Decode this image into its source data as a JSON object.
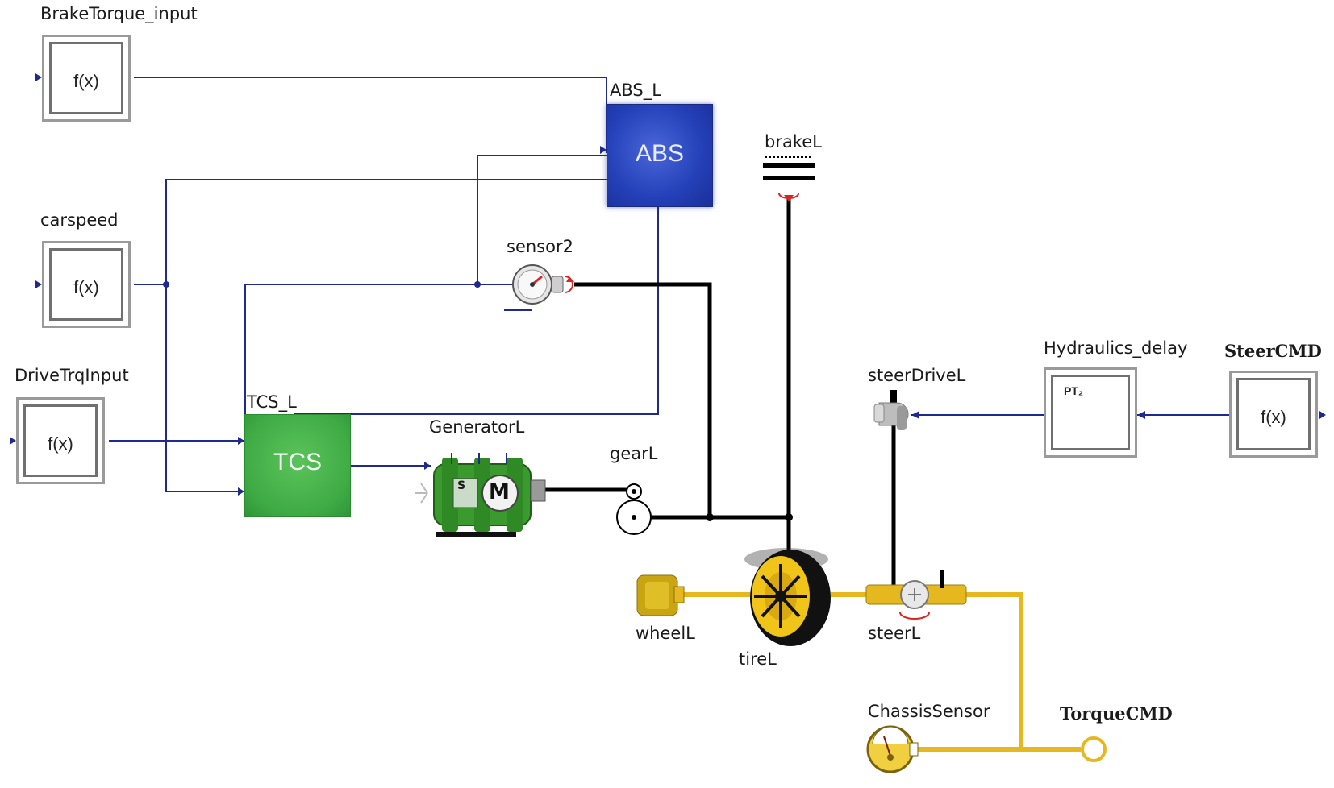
{
  "blocks": {
    "brake_torque_input": {
      "label": "BrakeTorque_input",
      "text": "f(x)"
    },
    "carspeed": {
      "label": "carspeed",
      "text": "f(x)"
    },
    "drive_trq_input": {
      "label": "DriveTrqInput",
      "text": "f(x)"
    },
    "steer_cmd": {
      "label": "SteerCMD",
      "text": "f(x)"
    },
    "abs_l": {
      "label": "ABS_L",
      "text": "ABS"
    },
    "tcs_l": {
      "label": "TCS_L",
      "text": "TCS"
    },
    "hydraulics_delay": {
      "label": "Hydraulics_delay",
      "text": "PT₂"
    },
    "sensor2": {
      "label": "sensor2"
    },
    "generator_l": {
      "label": "GeneratorL",
      "text": "M",
      "badge": "S"
    },
    "gear_l": {
      "label": "gearL"
    },
    "brake_l": {
      "label": "brakeL"
    },
    "steer_drive_l": {
      "label": "steerDriveL"
    },
    "wheel_l": {
      "label": "wheelL"
    },
    "tire_l": {
      "label": "tireL"
    },
    "steer_l": {
      "label": "steerL"
    },
    "chassis_sensor": {
      "label": "ChassisSensor"
    },
    "torque_cmd": {
      "label": "TorqueCMD"
    }
  },
  "colors": {
    "signal_wire": "#1f2a8c",
    "mechanical_wire": "#000000",
    "vehicle_wire": "#e6b820",
    "abs_block": "#2440b8",
    "tcs_block": "#3fab45",
    "generator": "#3a9a2e"
  }
}
